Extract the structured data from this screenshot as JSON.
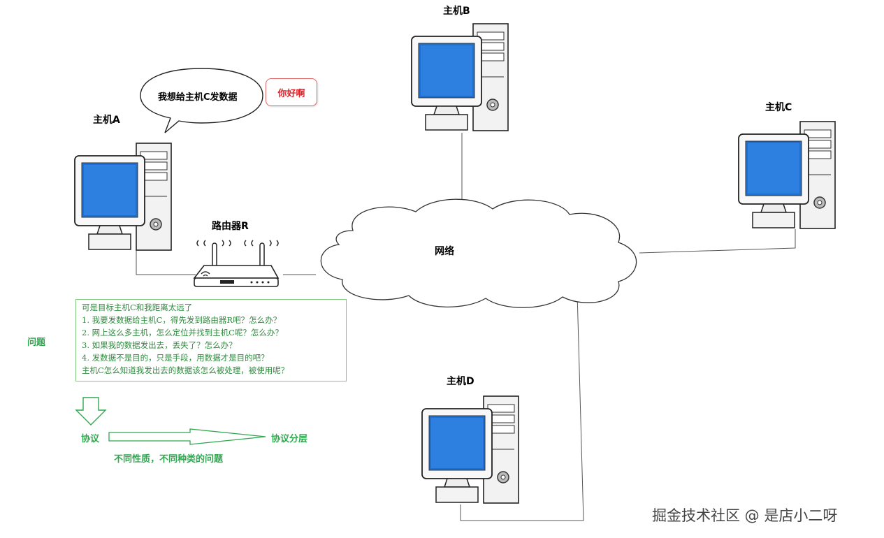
{
  "hosts": {
    "a": "主机A",
    "b": "主机B",
    "c": "主机C",
    "d": "主机D"
  },
  "router": {
    "label": "路由器R"
  },
  "network": {
    "label": "网络"
  },
  "speech": {
    "text": "我想给主机C发数据"
  },
  "callout": {
    "text": "你好啊"
  },
  "question_box": {
    "lines": [
      "可是目标主机C和我距离太远了",
      "1.  我要发数据给主机C，得先发到路由器R吧？怎么办？",
      "2.  网上这么多主机，怎么定位并找到主机C呢？怎么办？",
      "3.  如果我的数据发出去，丢失了？怎么办？",
      "4.  发数据不是目的，只是手段，用数据才是目的吧？",
      "     主机C怎么知道我发出去的数据该怎么被处理，被使用呢？"
    ]
  },
  "labels": {
    "question": "问题",
    "protocol": "协议",
    "layering": "协议分层",
    "note": "不同性质，不同种类的问题"
  },
  "watermark": "掘金技术社区 @ 是店小二呀",
  "colors": {
    "green_text": "#2fa84f",
    "green_box": "#7fc97f",
    "red_text": "#d9232d",
    "screen_blue": "#1f6fd1"
  }
}
